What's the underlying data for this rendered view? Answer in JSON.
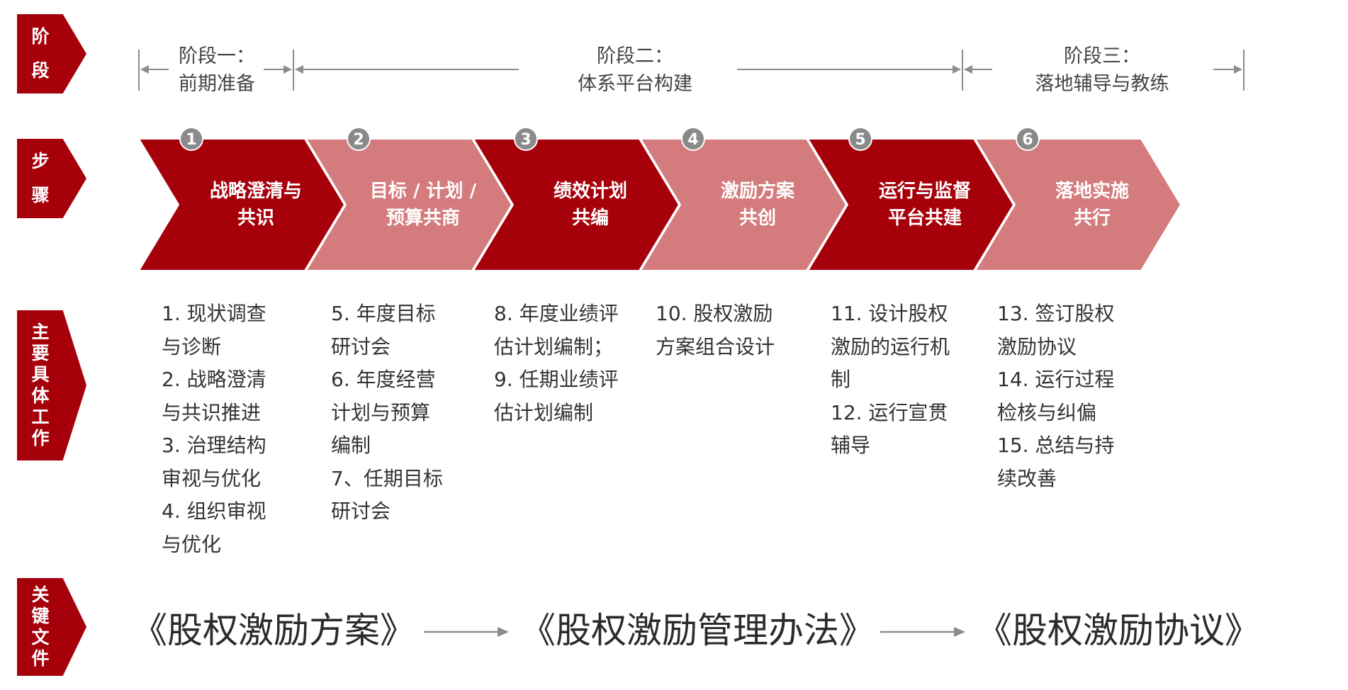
{
  "row_labels": {
    "stage": [
      "阶",
      "段"
    ],
    "step": [
      "步",
      "骤"
    ],
    "work": [
      "主",
      "要",
      "具",
      "体",
      "工",
      "作"
    ],
    "docs": [
      "关",
      "键",
      "文",
      "件"
    ]
  },
  "phases": [
    {
      "line1": "阶段一：",
      "line2": "前期准备"
    },
    {
      "line1": "阶段二：",
      "line2": "体系平台构建"
    },
    {
      "line1": "阶段三：",
      "line2": "落地辅导与教练"
    }
  ],
  "steps": [
    {
      "number": "1",
      "line1": "战略澄清与",
      "line2": "共识",
      "tone": "dark"
    },
    {
      "number": "2",
      "line1": "目标 / 计划 /",
      "line2": "预算共商",
      "tone": "light"
    },
    {
      "number": "3",
      "line1": "绩效计划",
      "line2": "共编",
      "tone": "dark"
    },
    {
      "number": "4",
      "line1": "激励方案",
      "line2": "共创",
      "tone": "light"
    },
    {
      "number": "5",
      "line1": "运行与监督",
      "line2": "平台共建",
      "tone": "dark"
    },
    {
      "number": "6",
      "line1": "落地实施",
      "line2": "共行",
      "tone": "light"
    }
  ],
  "tasks": [
    [
      "1. 现状调查",
      "与诊断",
      "2. 战略澄清",
      "与共识推进",
      "3. 治理结构",
      "审视与优化",
      "4. 组织审视",
      "与优化"
    ],
    [
      "5. 年度目标",
      "研讨会",
      "6. 年度经营",
      "计划与预算",
      "编制",
      "7、任期目标",
      "研讨会"
    ],
    [
      "8. 年度业绩评",
      "估计划编制；",
      "9. 任期业绩评",
      "估计划编制"
    ],
    [
      "10. 股权激励",
      "方案组合设计"
    ],
    [
      "11. 设计股权",
      "激励的运行机",
      "制",
      "12. 运行宣贯",
      "辅导"
    ],
    [
      "13. 签订股权",
      "激励协议",
      "14. 运行过程",
      "检核与纠偏",
      "15. 总结与持",
      "续改善"
    ]
  ],
  "documents": [
    "《股权激励方案》",
    "《股权激励管理办法》",
    "《股权激励协议》"
  ],
  "colors": {
    "dark": "#a6000b",
    "light": "#d47b7d",
    "badge": "#8a8a8a",
    "line": "#8c8c8c"
  }
}
